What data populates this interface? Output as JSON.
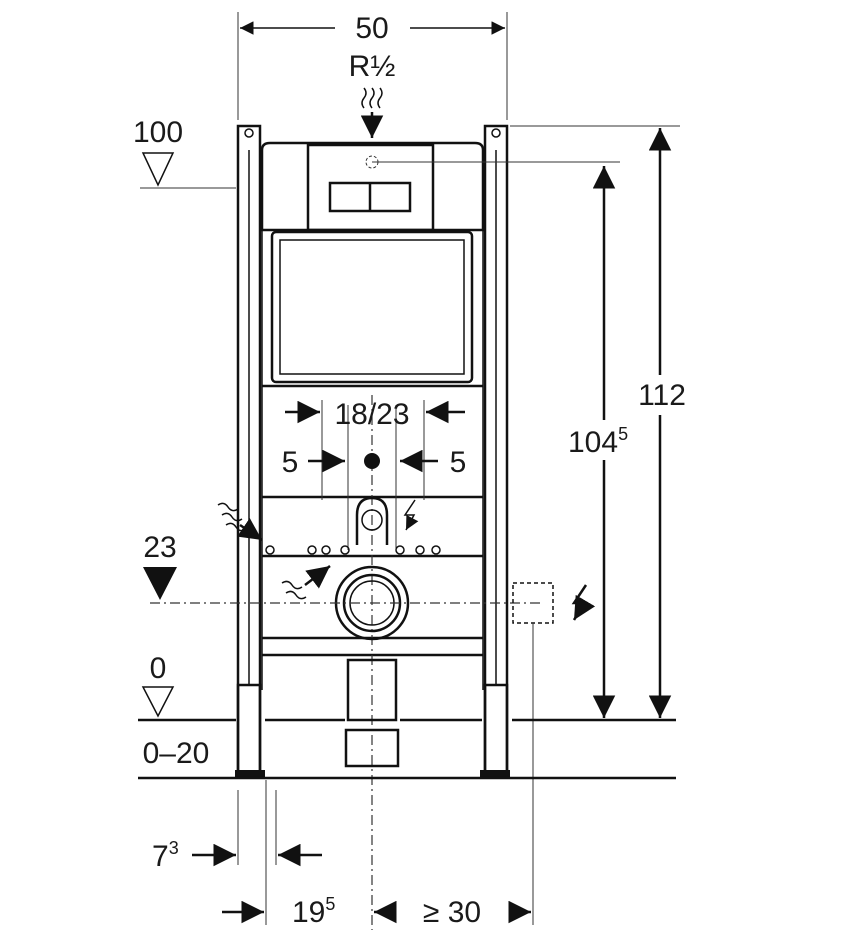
{
  "dimensions": {
    "width_total": "50",
    "water_connection": "R½",
    "level_top": "100",
    "height_total": "112",
    "height_actuator_base": "104",
    "height_actuator_sup": "5",
    "spacing_center": "18/23",
    "offset_left": "5",
    "offset_right": "5",
    "level_drain": "23",
    "level_floor": "0",
    "floor_range": "0–20",
    "foot_depth_base": "7",
    "foot_depth_sup": "3",
    "drain_offset_base": "19",
    "drain_offset_sup": "5",
    "side_clearance": "≥ 30"
  }
}
